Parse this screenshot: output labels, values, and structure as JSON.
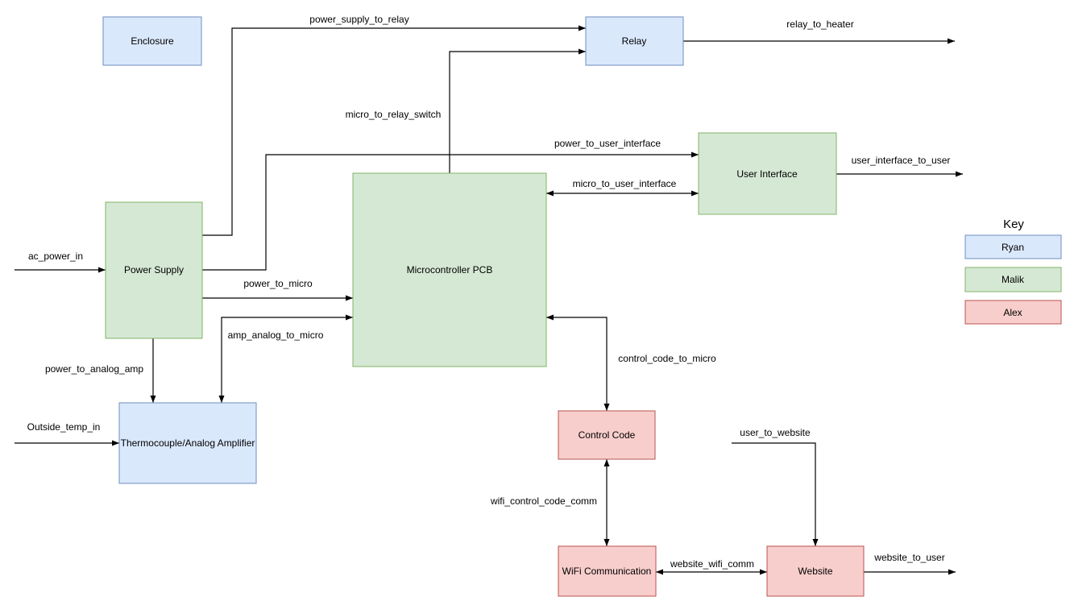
{
  "colors": {
    "background": "#ffffff",
    "wire": "#000000",
    "text": "#000000",
    "blue_fill": "#dae8fc",
    "blue_stroke": "#6c8ebf",
    "green_fill": "#d5e8d4",
    "green_stroke": "#82b366",
    "red_fill": "#f8cecc",
    "red_stroke": "#b85450"
  },
  "blocks": {
    "enclosure": {
      "label": "Enclosure",
      "color": "blue"
    },
    "relay": {
      "label": "Relay",
      "color": "blue"
    },
    "user_interface": {
      "label": "User Interface",
      "color": "green"
    },
    "power_supply": {
      "label": "Power Supply",
      "color": "green"
    },
    "microcontroller_pcb": {
      "label": "Microcontroller PCB",
      "color": "green"
    },
    "thermocouple_analog_amplifier": {
      "label": "Thermocouple/Analog Amplifier",
      "color": "blue"
    },
    "control_code": {
      "label": "Control Code",
      "color": "red"
    },
    "wifi_communication": {
      "label": "WiFi Communication",
      "color": "red"
    },
    "website": {
      "label": "Website",
      "color": "red"
    }
  },
  "connections": {
    "ac_power_in": {
      "label": "ac_power_in",
      "from": "external",
      "to": "power_supply",
      "bidirectional": false
    },
    "power_supply_to_relay": {
      "label": "power_supply_to_relay",
      "from": "power_supply",
      "to": "relay",
      "bidirectional": false
    },
    "micro_to_relay_switch": {
      "label": "micro_to_relay_switch",
      "from": "microcontroller_pcb",
      "to": "relay",
      "bidirectional": false
    },
    "relay_to_heater": {
      "label": "relay_to_heater",
      "from": "relay",
      "to": "external",
      "bidirectional": false
    },
    "power_to_user_interface": {
      "label": "power_to_user_interface",
      "from": "power_supply",
      "to": "user_interface",
      "bidirectional": false
    },
    "micro_to_user_interface": {
      "label": "micro_to_user_interface",
      "from": "microcontroller_pcb",
      "to": "user_interface",
      "bidirectional": true
    },
    "user_interface_to_user": {
      "label": "user_interface_to_user",
      "from": "user_interface",
      "to": "external",
      "bidirectional": false
    },
    "power_to_micro": {
      "label": "power_to_micro",
      "from": "power_supply",
      "to": "microcontroller_pcb",
      "bidirectional": false
    },
    "amp_analog_to_micro": {
      "label": "amp_analog_to_micro",
      "from": "thermocouple_analog_amplifier",
      "to": "microcontroller_pcb",
      "bidirectional": true
    },
    "power_to_analog_amp": {
      "label": "power_to_analog_amp",
      "from": "power_supply",
      "to": "thermocouple_analog_amplifier",
      "bidirectional": false
    },
    "outside_temp_in": {
      "label": "Outside_temp_in",
      "from": "external",
      "to": "thermocouple_analog_amplifier",
      "bidirectional": false
    },
    "control_code_to_micro": {
      "label": "control_code_to_micro",
      "from": "control_code",
      "to": "microcontroller_pcb",
      "bidirectional": true
    },
    "wifi_control_code_comm": {
      "label": "wifi_control_code_comm",
      "from": "wifi_communication",
      "to": "control_code",
      "bidirectional": true
    },
    "user_to_website": {
      "label": "user_to_website",
      "from": "external",
      "to": "website",
      "bidirectional": false
    },
    "website_wifi_comm": {
      "label": "website_wifi_comm",
      "from": "website",
      "to": "wifi_communication",
      "bidirectional": true
    },
    "website_to_user": {
      "label": "website_to_user",
      "from": "website",
      "to": "external",
      "bidirectional": false
    }
  },
  "key": {
    "title": "Key",
    "entries": [
      {
        "label": "Ryan",
        "fill": "#dae8fc",
        "stroke": "#6c8ebf"
      },
      {
        "label": "Malik",
        "fill": "#d5e8d4",
        "stroke": "#82b366"
      },
      {
        "label": "Alex",
        "fill": "#f8cecc",
        "stroke": "#b85450"
      }
    ]
  }
}
